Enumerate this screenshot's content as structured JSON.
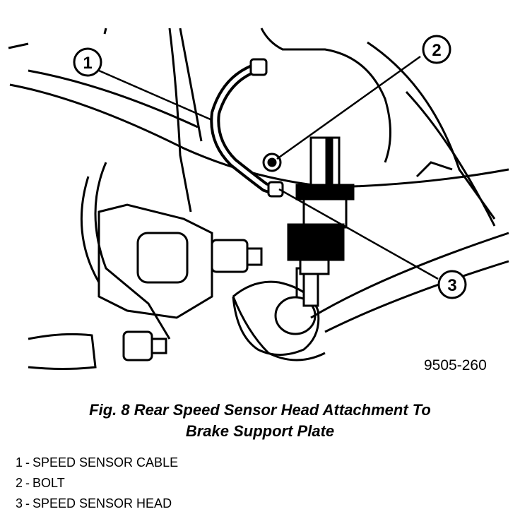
{
  "figure": {
    "code": "9505-260",
    "caption_line1": "Fig. 8 Rear Speed Sensor Head Attachment To",
    "caption_line2": "Brake Support Plate"
  },
  "callouts": [
    {
      "number": "1"
    },
    {
      "number": "2"
    },
    {
      "number": "3"
    }
  ],
  "legend": {
    "separator": "-",
    "items": [
      {
        "number": "1",
        "label": "SPEED SENSOR CABLE"
      },
      {
        "number": "2",
        "label": "BOLT"
      },
      {
        "number": "3",
        "label": "SPEED SENSOR HEAD"
      }
    ]
  }
}
